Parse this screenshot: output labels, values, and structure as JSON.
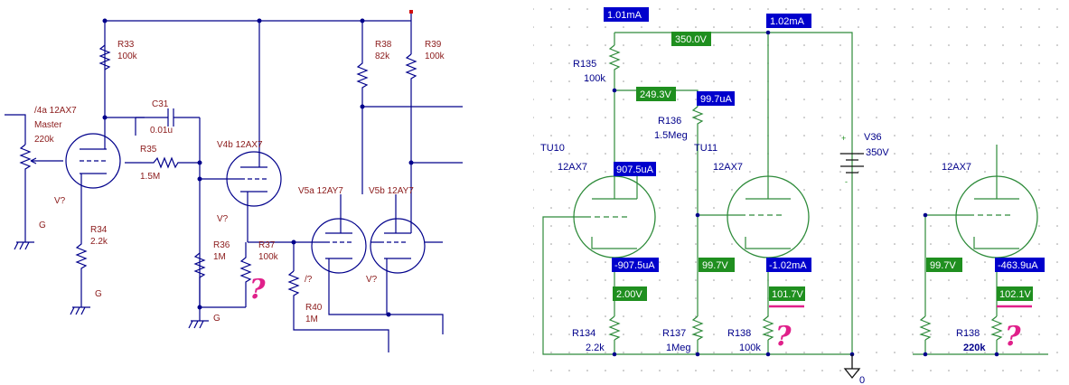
{
  "left_schematic": {
    "labels": {
      "v4a_tube": "/4a 12AX7",
      "master": "Master",
      "pot_value": "220k",
      "r33": "R33",
      "r33_val": "100k",
      "c31": "C31",
      "c31_val": "0.01u",
      "r35": "R35",
      "r35_val": "1.5M",
      "v4b": "V4b 12AX7",
      "v4a_ref": "V?",
      "v4b_ref": "V?",
      "r34": "R34",
      "r34_val": "2.2k",
      "g1": "G",
      "g2": "G",
      "g3": "G",
      "r36": "R36",
      "r36_val": "1M",
      "r37": "R37",
      "r37_val": "100k",
      "r38": "R38",
      "r38_val": "82k",
      "r39": "R39",
      "r39_val": "100k",
      "v5a": "V5a 12AY7",
      "v5b": "V5b 12AY7",
      "v5a_ref": "/?",
      "v5b_ref": "V?",
      "r40": "R40",
      "r40_val": "1M",
      "question": "?"
    }
  },
  "right_schematic": {
    "tags": {
      "i_r135": "1.01mA",
      "v_supply_node": "350.0V",
      "i_tu11_plate_res": "1.02mA",
      "v_mid_node": "249.3V",
      "i_r136": "99.7uA",
      "i_tu10_plate": "907.5uA",
      "i_tu10_cathode": "-907.5uA",
      "v_tu10_cathode": "2.00V",
      "v_tu11_grid": "99.7V",
      "i_tu11_cathode": "-1.02mA",
      "v_tu11_cathode": "101.7V",
      "v_third_grid": "99.7V",
      "i_third_cathode": "-463.9uA",
      "v_third_cathode": "102.1V"
    },
    "labels": {
      "r135": "R135",
      "r135_val": "100k",
      "r136": "R136",
      "r136_val": "1.5Meg",
      "tu10": "TU10",
      "tu10_type": "12AX7",
      "tu11": "TU11",
      "tu11_type": "12AX7",
      "third_type": "12AX7",
      "v36": "V36",
      "v36_val": "350V",
      "r134": "R134",
      "r134_val": "2.2k",
      "r137": "R137",
      "r137_val": "1Meg",
      "r138a": "R138",
      "r138a_val": "100k",
      "r138b": "R138",
      "r138b_val": "220k",
      "ground": "0",
      "plus": "+",
      "minus": "-",
      "question1": "?",
      "question2": "?"
    }
  },
  "colors": {
    "tag_blue": "#0000cc",
    "tag_green": "#1f8f1f",
    "wire_blue": "#00008b",
    "wire_green": "#2e8b3a",
    "label_red": "#8b1a1a",
    "accent_magenta": "#e0208a"
  }
}
